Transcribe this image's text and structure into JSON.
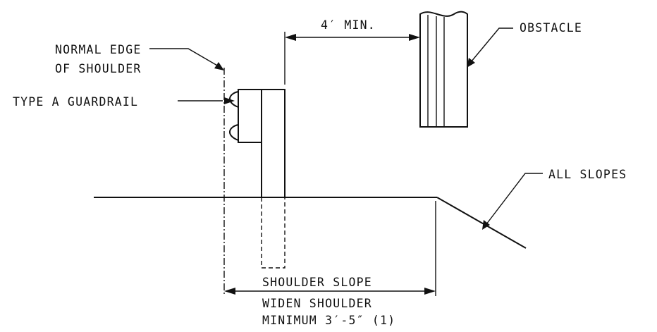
{
  "labels": {
    "normal_edge_line1": "NORMAL EDGE",
    "normal_edge_line2": "OF SHOULDER",
    "guardrail": "TYPE A GUARDRAIL",
    "clearance": "4′ MIN.",
    "obstacle": "OBSTACLE",
    "all_slopes": "ALL SLOPES",
    "shoulder_slope": "SHOULDER SLOPE",
    "widen_line1": "WIDEN SHOULDER",
    "widen_line2": "MINIMUM 3′-5″ (1)"
  },
  "colors": {
    "ink": "#111111",
    "background": "#ffffff"
  }
}
